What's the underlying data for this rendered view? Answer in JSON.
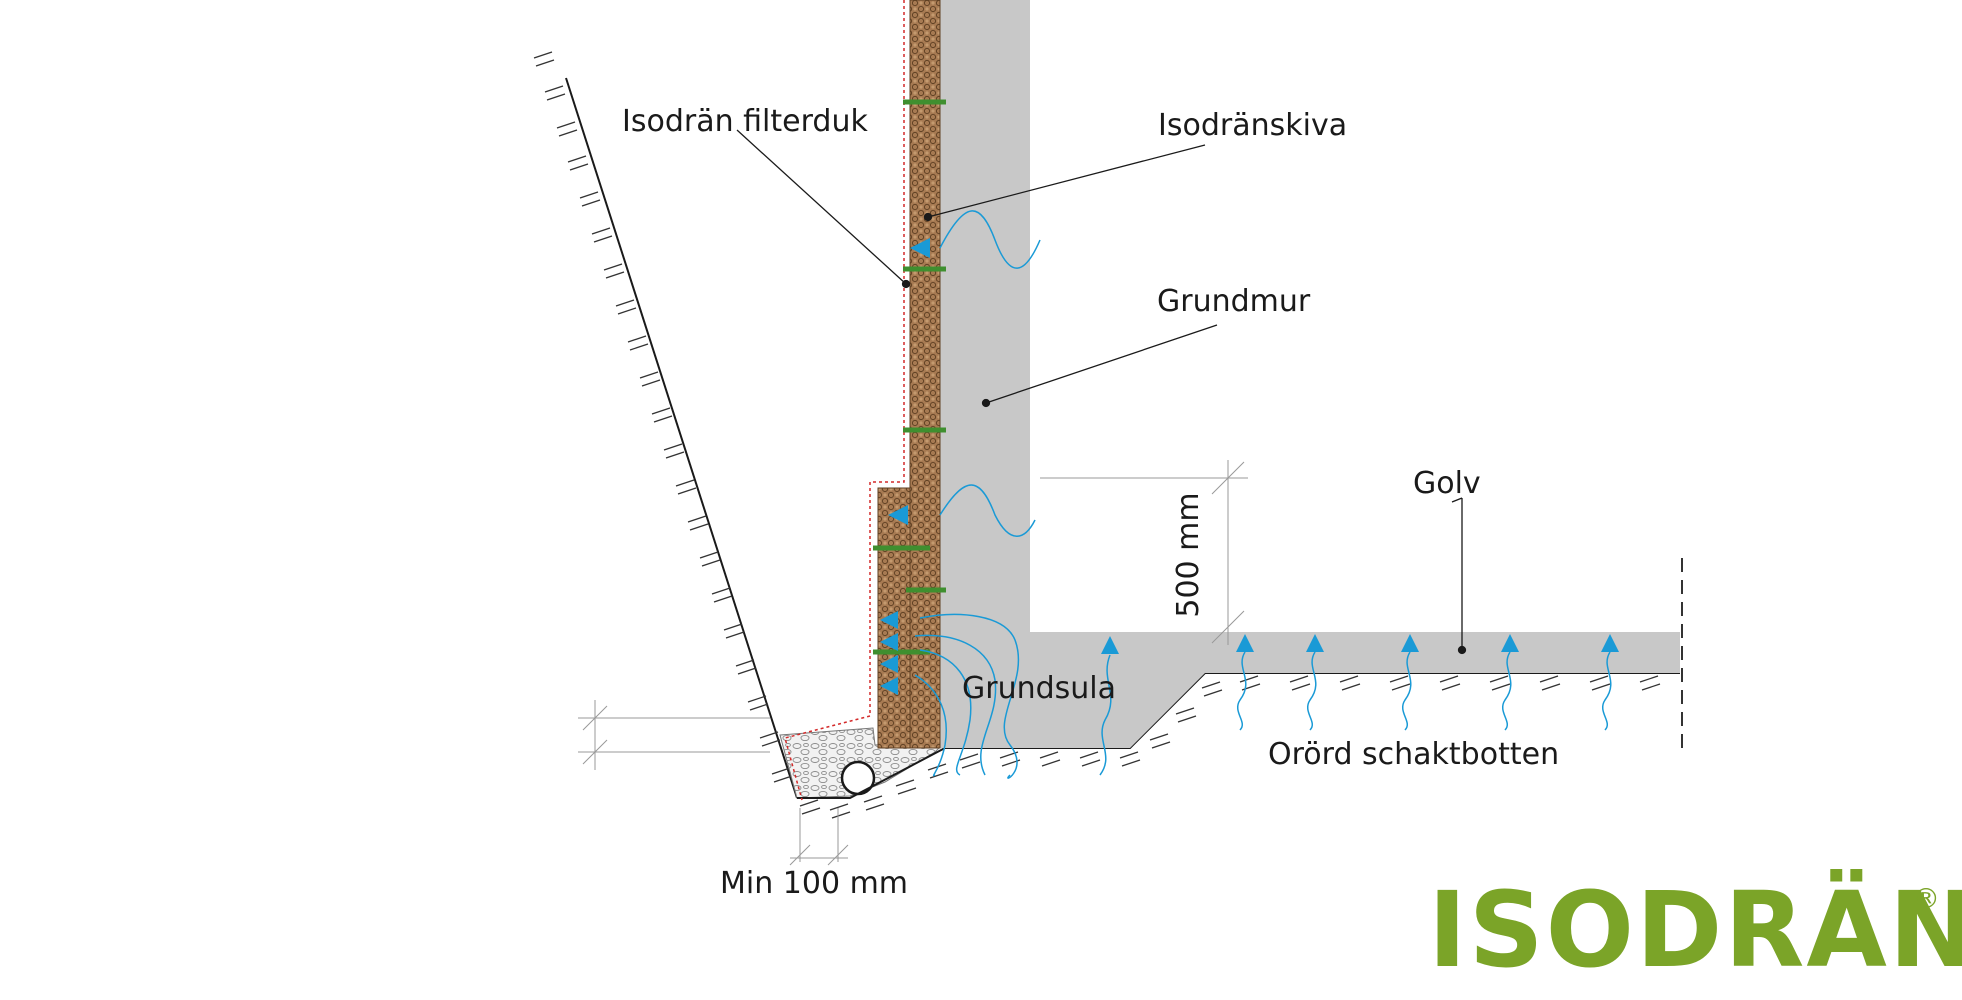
{
  "labels": {
    "filterduk": "Isodrän filterduk",
    "skiva": "Isodränskiva",
    "grundmur": "Grundmur",
    "golv": "Golv",
    "grundsula": "Grundsula",
    "schaktbotten": "Orörd schaktbotten",
    "min_dim": "Min 100 mm",
    "height_dim": "500 mm"
  },
  "logo": {
    "text": "ISODRÄN",
    "reg": "®"
  },
  "colors": {
    "concrete": "#c8c8c8",
    "board": "#a77a52",
    "water": "#1a9ad6",
    "anchor": "#3f8f2f",
    "filter": "#d42a2a",
    "logo": "#7ba428",
    "line": "#1a1a1a"
  }
}
